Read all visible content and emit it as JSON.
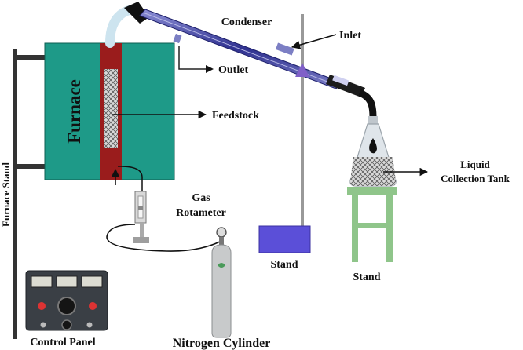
{
  "labels": {
    "furnace": "Furnace",
    "furnace_stand": "Furnace Stand",
    "condenser": "Condenser",
    "inlet": "Inlet",
    "outlet": "Outlet",
    "feedstock": "Feedstock",
    "gas_rotameter_line1": "Gas",
    "gas_rotameter_line2": "Rotameter",
    "liquid_tank_line1": "Liquid",
    "liquid_tank_line2": "Collection Tank",
    "stand_center": "Stand",
    "stand_right": "Stand",
    "control_panel": "Control Panel",
    "nitrogen_cylinder": "Nitrogen Cylinder"
  },
  "colors": {
    "furnace": "#1e9a88",
    "reactor": "#9a1c1c",
    "condenser": "#3d3f9a",
    "stool": "#8fc58a",
    "stand_base": "#5b4fd8",
    "stand_cone": "#8060c8",
    "cylinder": "#c8cacb",
    "panel": "#3a3f45"
  }
}
